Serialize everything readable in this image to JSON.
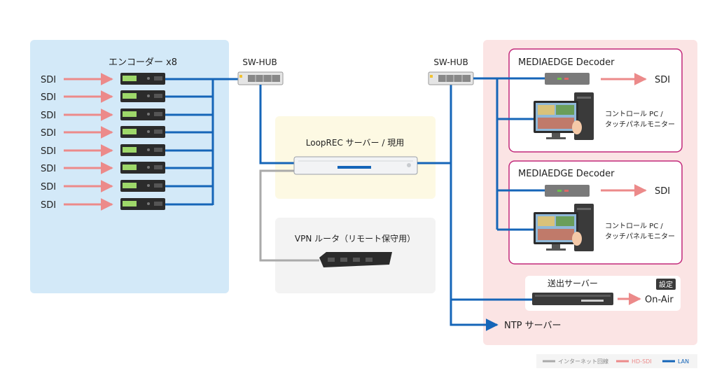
{
  "encoders": {
    "title": "エンコーダー x8",
    "inputs": [
      "SDI",
      "SDI",
      "SDI",
      "SDI",
      "SDI",
      "SDI",
      "SDI",
      "SDI"
    ]
  },
  "hub_left": {
    "label": "SW-HUB"
  },
  "hub_right": {
    "label": "SW-HUB"
  },
  "server": {
    "label": "LoopREC サーバー / 現用"
  },
  "vpn": {
    "label": "VPN ルータ（リモート保守用）"
  },
  "decoder1": {
    "title": "MEDIAEDGE Decoder",
    "output": "SDI",
    "pc_line1": "コントロール PC /",
    "pc_line2": "タッチパネルモニター"
  },
  "decoder2": {
    "title": "MEDIAEDGE Decoder",
    "output": "SDI",
    "pc_line1": "コントロール PC /",
    "pc_line2": "タッチパネルモニター"
  },
  "sender": {
    "title": "送出サーバー",
    "badge": "設定",
    "output": "On-Air"
  },
  "ntp": {
    "label": "NTP サーバー"
  },
  "legend": {
    "internet": "インターネット回線",
    "hdsdi": "HD-SDI",
    "lan": "LAN"
  },
  "colors": {
    "lan": "#1565b8",
    "sdi": "#ec8a8a",
    "internet": "#aaaaaa",
    "encoder_panel": "#d3e9f8",
    "decoder_panel": "#fbe4e4",
    "server_panel": "#fdf9e3",
    "vpn_panel": "#f3f3f3",
    "decoder_border": "#c2287a"
  }
}
